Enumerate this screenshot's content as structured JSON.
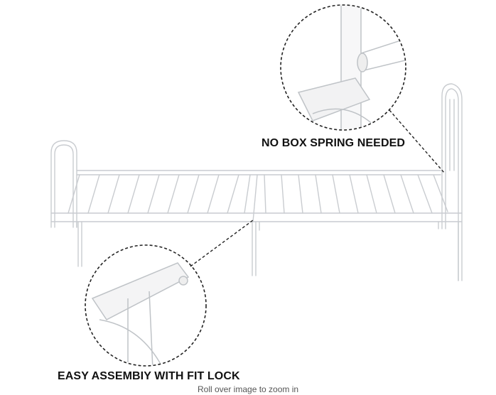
{
  "image": {
    "caption_top": "NO BOX SPRING NEEDED",
    "caption_bottom": "EASY ASSEMBIY WITH FIT LOCK"
  },
  "zoom_hint": "Roll over image to zoom in",
  "colors": {
    "frame": "#ffffff",
    "outline": "#c9ccd0",
    "text": "#111111"
  }
}
